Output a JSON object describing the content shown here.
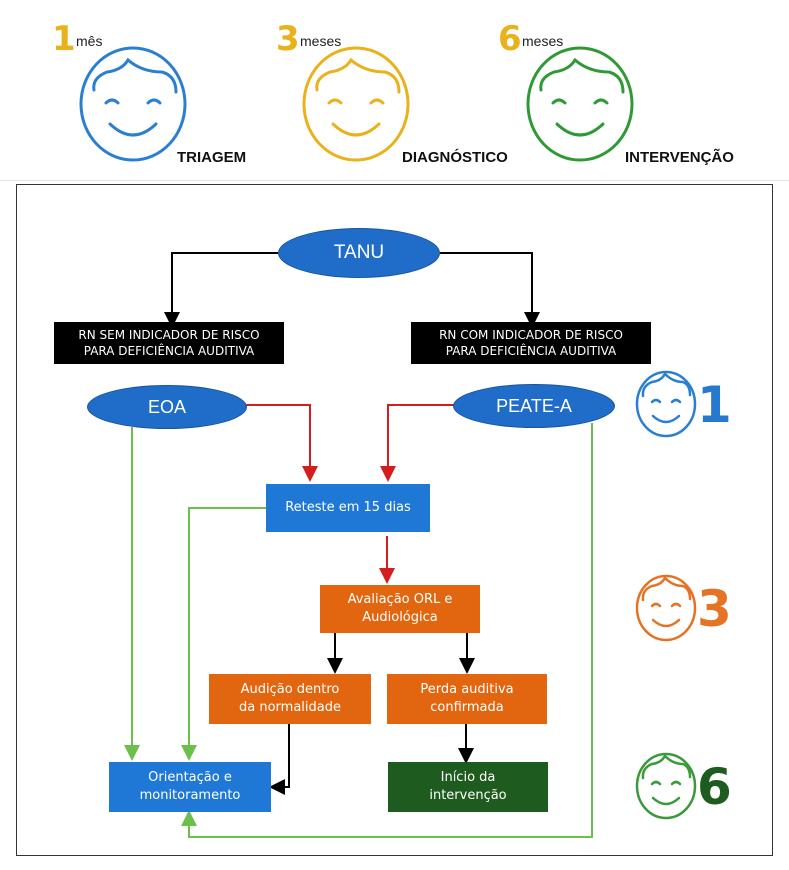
{
  "colors": {
    "triagem": "#2a7fd0",
    "diagnostico": "#e9b21a",
    "intervencao": "#2f9a35",
    "stage_num_1": "#2778cf",
    "stage_num_3": "#e57326",
    "stage_num_6": "#1e5b1e",
    "face_3": "#e57326",
    "face_6": "#3a9a3a",
    "arrow_black": "#000000",
    "arrow_red": "#d51d1d",
    "arrow_green": "#6cbf4a"
  },
  "legend": [
    {
      "number": "1",
      "unit": "mês",
      "stage": "TRIAGEM",
      "face_icon": "smiley-face-icon"
    },
    {
      "number": "3",
      "unit": "meses",
      "stage": "DIAGNÓSTICO",
      "face_icon": "smiley-face-icon"
    },
    {
      "number": "6",
      "unit": "meses",
      "stage": "INTERVENÇÃO",
      "face_icon": "smiley-face-icon"
    }
  ],
  "flow": {
    "root": "TANU",
    "no_risk": [
      "RN SEM INDICADOR DE RISCO",
      "PARA DEFICIÊNCIA AUDITIVA"
    ],
    "with_risk": [
      "RN COM INDICADOR DE RISCO",
      "PARA DEFICIÊNCIA AUDITIVA"
    ],
    "eoa": "EOA",
    "peate": "PEATE-A",
    "reteste": "Reteste em 15 dias",
    "avaliacao": [
      "Avaliação ORL e",
      "Audiológica"
    ],
    "normal": [
      "Audição dentro",
      "da normalidade"
    ],
    "perda": [
      "Perda auditiva",
      "confirmada"
    ],
    "orientacao": [
      "Orientação e",
      "monitoramento"
    ],
    "inicio": [
      "Início da",
      "intervenção"
    ]
  },
  "side_markers": [
    {
      "number": "1",
      "face_icon": "smiley-face-icon"
    },
    {
      "number": "3",
      "face_icon": "smiley-face-icon"
    },
    {
      "number": "6",
      "face_icon": "smiley-face-icon"
    }
  ]
}
